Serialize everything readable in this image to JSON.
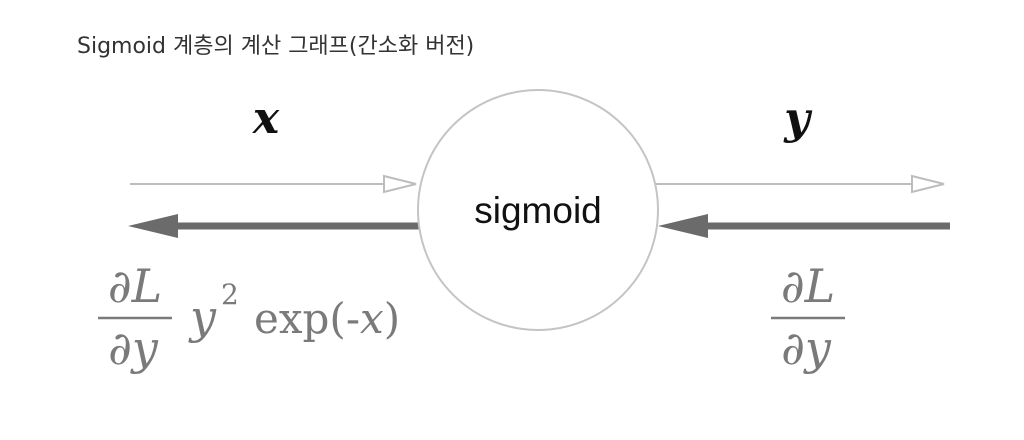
{
  "caption": "Sigmoid 계층의 계산 그래프(간소화 버전)",
  "node": {
    "label": "sigmoid"
  },
  "forward": {
    "input": "x",
    "output": "y"
  },
  "backward": {
    "upstream": {
      "numerator": "∂L",
      "denominator": "∂y"
    },
    "downstream": {
      "numerator": "∂L",
      "denominator": "∂y",
      "factor_base": "y",
      "factor_exponent": "2",
      "exp_prefix": "exp(-",
      "exp_var": "x",
      "exp_suffix": ")"
    }
  },
  "colors": {
    "forward_arrow": "#bdbdbd",
    "backward_arrow": "#6b6b6b",
    "node_stroke": "#c4c4c4",
    "math_text": "#7a7a7a"
  }
}
